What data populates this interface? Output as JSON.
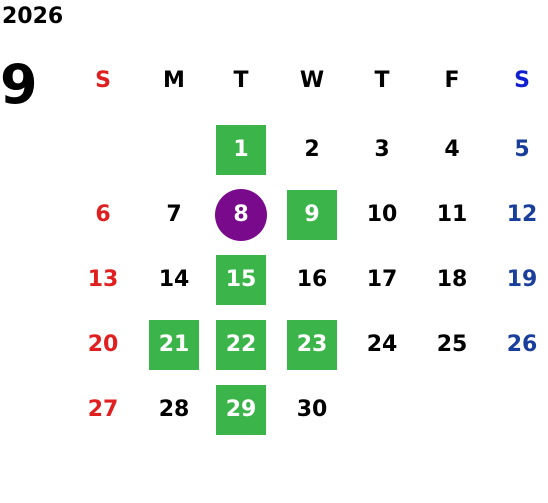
{
  "calendar": {
    "year": "2026",
    "month": "9",
    "weekdays": [
      "S",
      "M",
      "T",
      "W",
      "T",
      "F",
      "S"
    ],
    "weekday_colors": [
      "#e02020",
      "#000000",
      "#000000",
      "#000000",
      "#000000",
      "#000000",
      "#1020d0"
    ],
    "colors": {
      "sunday": "#e02020",
      "saturday": "#1a3f9a",
      "weekday": "#000000",
      "highlight": "#3bb54a",
      "today": "#7a0a8c"
    },
    "days": [
      {
        "label": "1",
        "col": 2,
        "row": 0,
        "style": "highlight"
      },
      {
        "label": "2",
        "col": 3,
        "row": 0,
        "style": "normal"
      },
      {
        "label": "3",
        "col": 4,
        "row": 0,
        "style": "normal"
      },
      {
        "label": "4",
        "col": 5,
        "row": 0,
        "style": "normal"
      },
      {
        "label": "5",
        "col": 6,
        "row": 0,
        "style": "normal"
      },
      {
        "label": "6",
        "col": 0,
        "row": 1,
        "style": "normal"
      },
      {
        "label": "7",
        "col": 1,
        "row": 1,
        "style": "normal"
      },
      {
        "label": "8",
        "col": 2,
        "row": 1,
        "style": "today"
      },
      {
        "label": "9",
        "col": 3,
        "row": 1,
        "style": "highlight"
      },
      {
        "label": "10",
        "col": 4,
        "row": 1,
        "style": "normal"
      },
      {
        "label": "11",
        "col": 5,
        "row": 1,
        "style": "normal"
      },
      {
        "label": "12",
        "col": 6,
        "row": 1,
        "style": "normal"
      },
      {
        "label": "13",
        "col": 0,
        "row": 2,
        "style": "normal"
      },
      {
        "label": "14",
        "col": 1,
        "row": 2,
        "style": "normal"
      },
      {
        "label": "15",
        "col": 2,
        "row": 2,
        "style": "highlight"
      },
      {
        "label": "16",
        "col": 3,
        "row": 2,
        "style": "normal"
      },
      {
        "label": "17",
        "col": 4,
        "row": 2,
        "style": "normal"
      },
      {
        "label": "18",
        "col": 5,
        "row": 2,
        "style": "normal"
      },
      {
        "label": "19",
        "col": 6,
        "row": 2,
        "style": "normal"
      },
      {
        "label": "20",
        "col": 0,
        "row": 3,
        "style": "normal"
      },
      {
        "label": "21",
        "col": 1,
        "row": 3,
        "style": "highlight"
      },
      {
        "label": "22",
        "col": 2,
        "row": 3,
        "style": "highlight"
      },
      {
        "label": "23",
        "col": 3,
        "row": 3,
        "style": "highlight"
      },
      {
        "label": "24",
        "col": 4,
        "row": 3,
        "style": "normal"
      },
      {
        "label": "25",
        "col": 5,
        "row": 3,
        "style": "normal"
      },
      {
        "label": "26",
        "col": 6,
        "row": 3,
        "style": "normal"
      },
      {
        "label": "27",
        "col": 0,
        "row": 4,
        "style": "normal"
      },
      {
        "label": "28",
        "col": 1,
        "row": 4,
        "style": "normal"
      },
      {
        "label": "29",
        "col": 2,
        "row": 4,
        "style": "highlight"
      },
      {
        "label": "30",
        "col": 3,
        "row": 4,
        "style": "normal"
      }
    ]
  }
}
